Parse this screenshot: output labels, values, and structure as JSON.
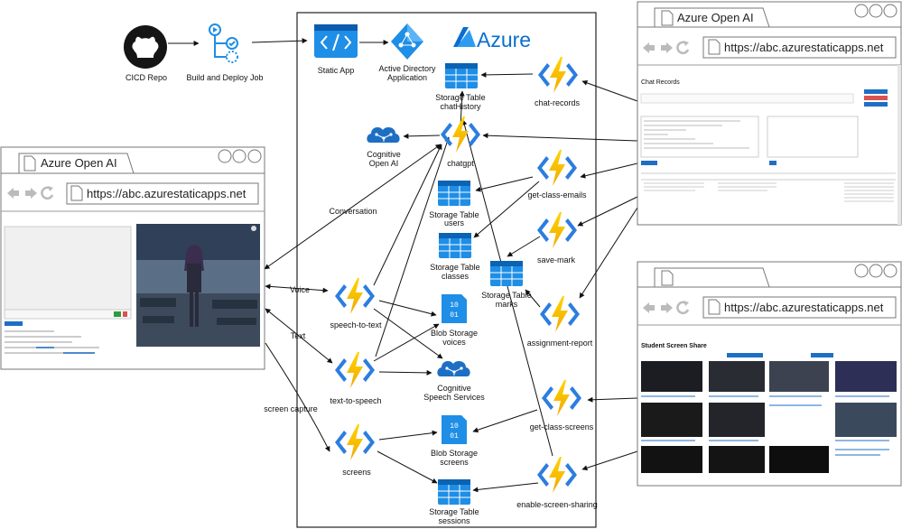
{
  "labels": {
    "cicd_repo": "CICD Repo",
    "build_deploy": "Build and Deploy Job",
    "static_app": "Static App",
    "ad_app_1": "Active Directory",
    "ad_app_2": "Application",
    "azure": "Azure",
    "chat_history_1": "Storage Table",
    "chat_history_2": "chatHistory",
    "chat_records": "chat-records",
    "chatgpt": "chatgpt",
    "cognitive_openai_1": "Cognitive",
    "cognitive_openai_2": "Open AI",
    "get_class_emails": "get-class-emails",
    "users_1": "Storage Table",
    "users_2": "users",
    "classes_1": "Storage Table",
    "classes_2": "classes",
    "save_mark": "save-mark",
    "marks_1": "Storage Table",
    "marks_2": "marks",
    "assignment_report": "assignment-report",
    "speech_to_text": "speech-to-text",
    "text_to_speech": "text-to-speech",
    "blob_voices_1": "Blob Storage",
    "blob_voices_2": "voices",
    "cog_speech_1": "Cognitive",
    "cog_speech_2": "Speech Services",
    "get_class_screens": "get-class-screens",
    "blob_screens_1": "Blob Storage",
    "blob_screens_2": "screens",
    "screens": "screens",
    "enable_screen_sharing": "enable-screen-sharing",
    "sessions_1": "Storage Table",
    "sessions_2": "sessions",
    "conversation": "Conversation",
    "voice": "Voice",
    "text": "Text",
    "screen_capture": "screen capture"
  },
  "windows": {
    "top_right": {
      "tab": "Azure Open AI",
      "url": "https://abc.azurestaticapps.net",
      "heading": "Chat Records"
    },
    "left": {
      "tab": "Azure Open AI",
      "url": "https://abc.azurestaticapps.net"
    },
    "bottom_right": {
      "url": "https://abc.azurestaticapps.net",
      "heading": "Student Screen Share"
    }
  },
  "colors": {
    "azure_blue": "#0a6ed1",
    "function_yellow": "#f5c400",
    "function_blue": "#2b7de0",
    "table_blue": "#1e8ee6"
  },
  "icons": [
    "github-icon",
    "pipeline-icon",
    "static-app-icon",
    "active-directory-icon",
    "azure-logo-icon",
    "storage-table-icon",
    "function-icon",
    "cognitive-icon",
    "blob-storage-icon"
  ]
}
